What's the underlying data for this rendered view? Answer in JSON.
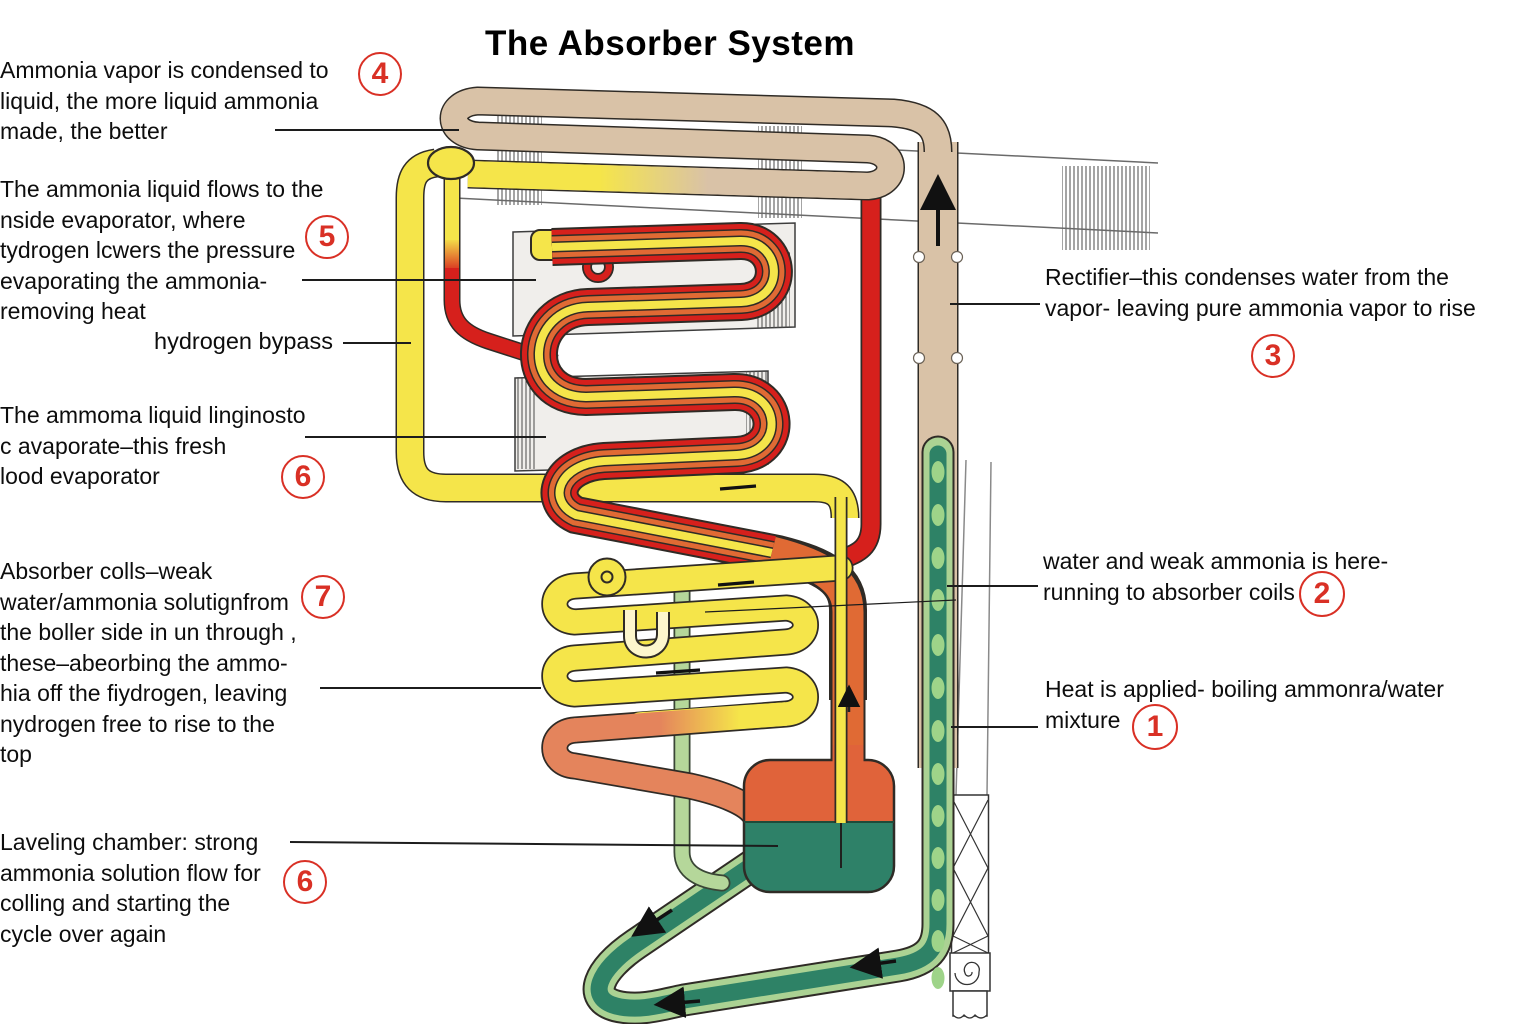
{
  "title": "The Absorber System",
  "colors": {
    "annotation_red": "#d93025",
    "pipe_tan": "#d9c2a7",
    "pipe_yellow": "#f5e54a",
    "pipe_red": "#d6201c",
    "pipe_orange": "#e06a34",
    "pipe_salmon": "#e4845c",
    "chamber_orange": "#e0633a",
    "solution_teal": "#2e8168",
    "loop_darkgreen": "#2e8266",
    "pipe_lightgreen": "#abd293",
    "bubble_green": "#9ed489",
    "panel_gray": "#f0eeeb"
  },
  "annotations": {
    "note4": {
      "number": "4",
      "text": "Ammonia vapor is condensed to\nliquid, the more liquid ammonia\nmade, the better"
    },
    "note5": {
      "number": "5",
      "text": "The ammonia liquid flows to the\nnside evaporator, where\ntydrogen lcwers the pressure\nevaporating the ammonia-\nremoving heat"
    },
    "hydrogen_bypass": {
      "text": "hydrogen bypass"
    },
    "note6a": {
      "number": "6",
      "text": "The ammoma liquid linginosto\nc avaporate–this fresh\nlood evaporator"
    },
    "note7": {
      "number": "7",
      "text": "Absorber colls–weak\nwater/ammonia solutignfrom\nthe boller side in un through ,\nthese–abeorbing the ammo-\nhia off the fiydrogen, leaving\nnydrogen free to rise to the\ntop"
    },
    "note6b": {
      "number": "6",
      "text": "Laveling chamber: strong\nammonia solution flow for\ncolling and starting the\ncycle over again"
    },
    "note3": {
      "number": "3",
      "text": "Rectifier–this condenses water from the\nvapor- leaving pure ammonia vapor to  rise"
    },
    "note2": {
      "number": "2",
      "text": "water and weak ammonia is here-\nrunning to absorber coils"
    },
    "note1": {
      "number": "1",
      "text": "Heat is applied- boiling ammonra/water\nmixture"
    }
  }
}
